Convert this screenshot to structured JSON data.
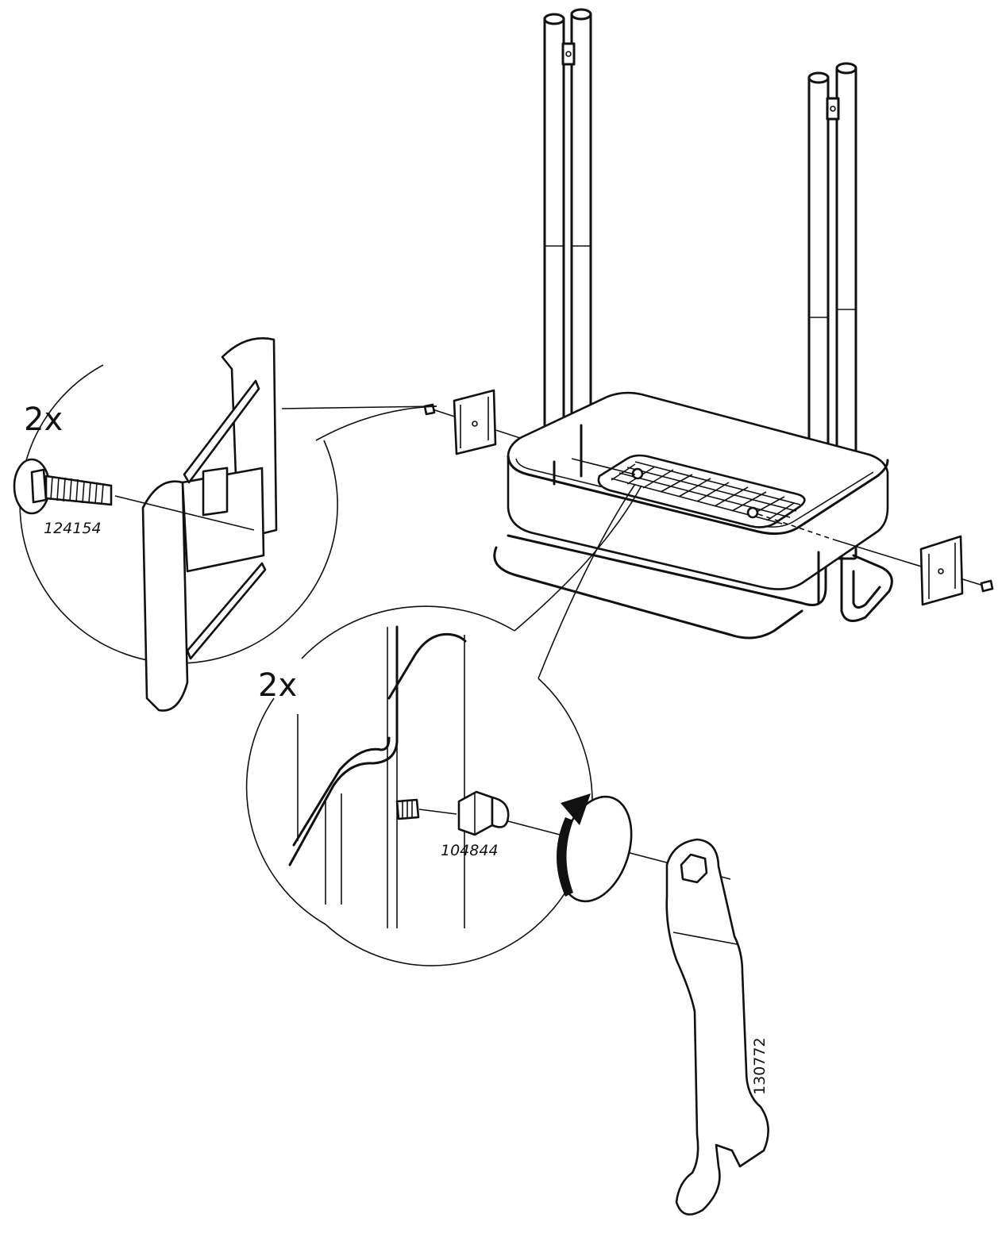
{
  "callouts": {
    "bracket_detail": {
      "quantity": "2x",
      "bolt_part_number": "124154"
    },
    "nut_detail": {
      "quantity": "2x",
      "nut_part_number": "104844"
    }
  },
  "tool": {
    "wrench_part_number": "130772"
  },
  "icons": {
    "rotation": "clockwise-tighten-arrow-icon",
    "wrench": "wrench-icon",
    "bolt": "carriage-bolt-icon",
    "nut": "cap-nut-icon"
  }
}
